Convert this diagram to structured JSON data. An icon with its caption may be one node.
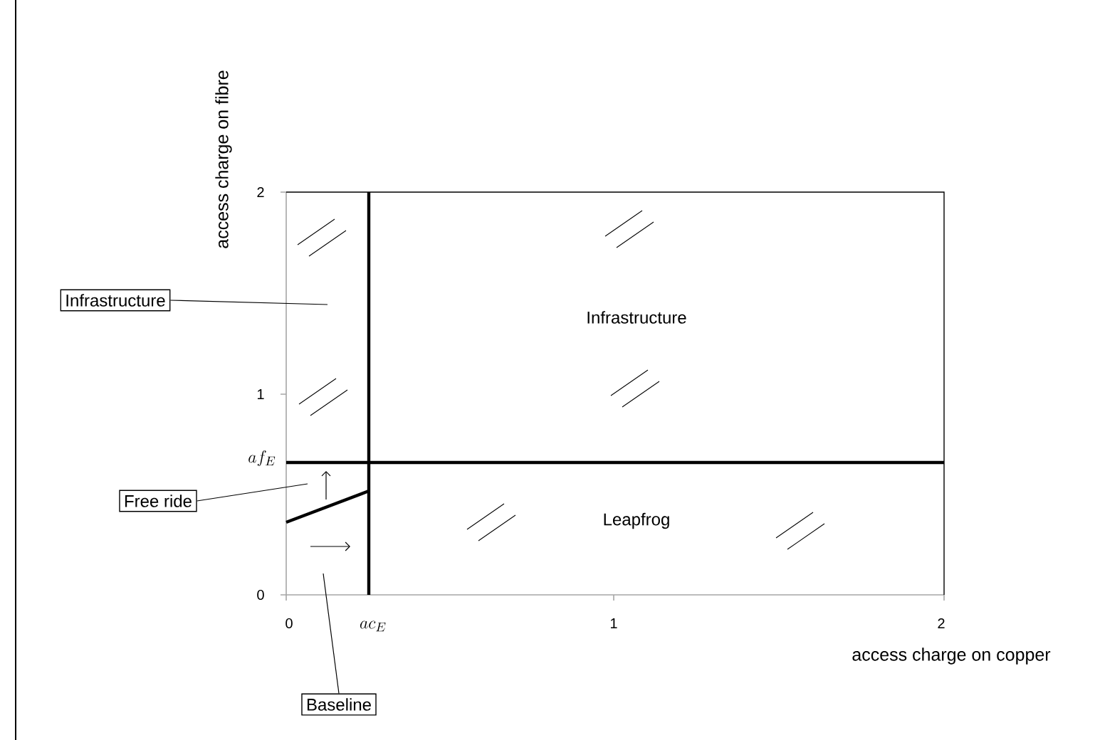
{
  "diagram": {
    "nodes": [
      {
        "text": [
          "Infrastructure"
        ]
      },
      {
        "text": [
          "Free ride"
        ]
      },
      {
        "text": [
          "Baseline"
        ]
      }
    ],
    "edges": [
      {
        "from": 0,
        "to": null,
        "arrow": "none"
      },
      {
        "from": 1,
        "to": null,
        "arrow": "none"
      },
      {
        "from": 2,
        "to": null,
        "arrow": "none"
      }
    ],
    "labels": [
      "access charge on fibre",
      "2",
      "Infrastructure",
      "1",
      "af_{E}",
      "Leapfrog",
      "0",
      "0",
      "ac_{E}",
      "1",
      "2",
      "access charge on copper"
    ]
  }
}
